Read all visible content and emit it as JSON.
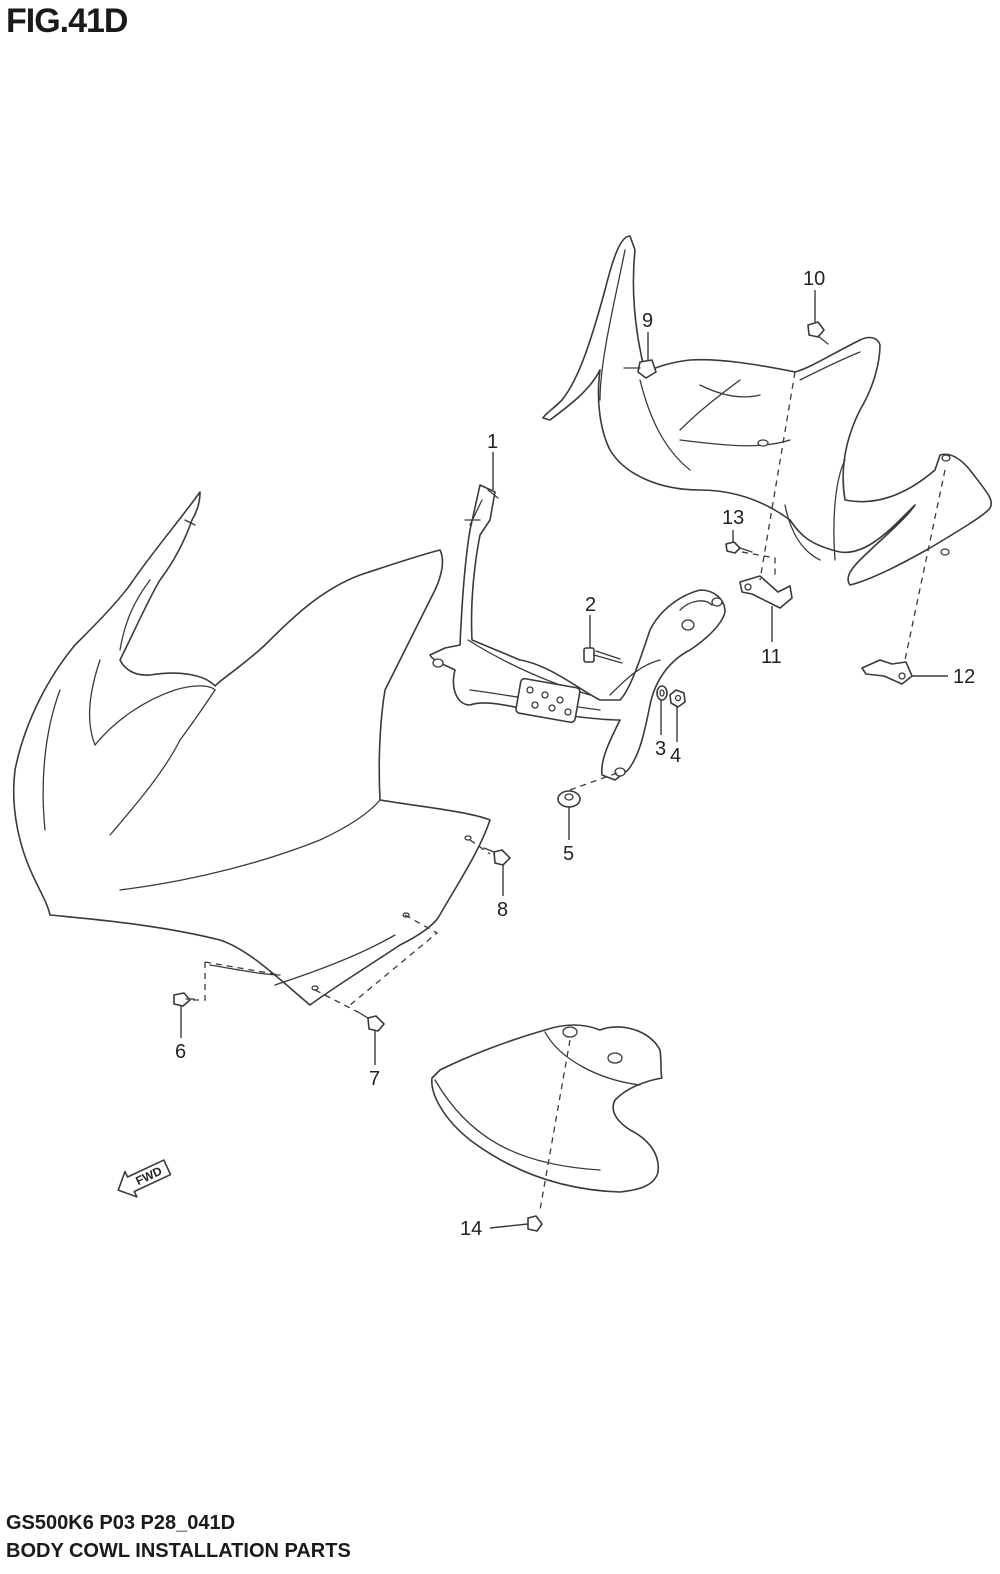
{
  "figure": {
    "title": "FIG.41D",
    "code": "GS500K6 P03 P28_041D",
    "name": "BODY COWL INSTALLATION PARTS"
  },
  "callouts": [
    "1",
    "2",
    "3",
    "4",
    "5",
    "6",
    "7",
    "8",
    "9",
    "10",
    "11",
    "12",
    "13",
    "14"
  ],
  "fwd_label": "FWD"
}
